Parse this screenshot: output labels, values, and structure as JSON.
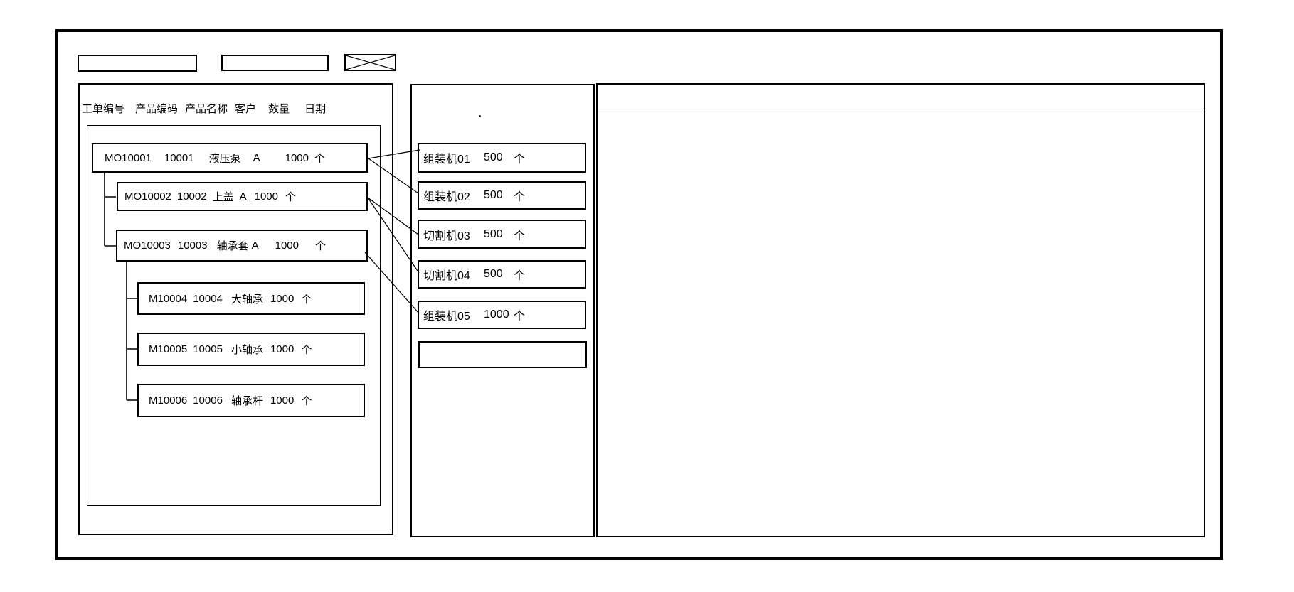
{
  "app": {
    "background": "#ffffff",
    "line_color": "#000000"
  },
  "toolbar": {
    "field1": {
      "value": ""
    },
    "field2": {
      "value": ""
    },
    "image_placeholder": {
      "symbol": "crossed-box"
    }
  },
  "work_order_panel": {
    "columns": [
      "工单编号",
      "产品编码",
      "产品名称",
      "客户",
      "数量",
      "日期"
    ],
    "rows": [
      {
        "order_no": "MO10001",
        "product_code": "10001",
        "product_name": "液压泵",
        "customer": "A",
        "qty": "1000",
        "unit": "个",
        "level": 0
      },
      {
        "order_no": "MO10002",
        "product_code": "10002",
        "product_name": "上盖",
        "customer": "A",
        "qty": "1000",
        "unit": "个",
        "level": 1
      },
      {
        "order_no": "MO10003",
        "product_code": "10003",
        "product_name": "轴承套",
        "customer": "A",
        "qty": "1000",
        "unit": "个",
        "level": 1
      },
      {
        "order_no": "M10004",
        "product_code": "10004",
        "product_name": "大轴承",
        "customer": "",
        "qty": "1000",
        "unit": "个",
        "level": 2
      },
      {
        "order_no": "M10005",
        "product_code": "10005",
        "product_name": "小轴承",
        "customer": "",
        "qty": "1000",
        "unit": "个",
        "level": 2
      },
      {
        "order_no": "M10006",
        "product_code": "10006",
        "product_name": "轴承杆",
        "customer": "",
        "qty": "1000",
        "unit": "个",
        "level": 2
      }
    ]
  },
  "machine_panel": {
    "stray_mark": ".",
    "machines": [
      {
        "name": "组装机01",
        "qty": "500",
        "unit": "个"
      },
      {
        "name": "组装机02",
        "qty": "500",
        "unit": "个"
      },
      {
        "name": "切割机03",
        "qty": "500",
        "unit": "个"
      },
      {
        "name": "切割机04",
        "qty": "500",
        "unit": "个"
      },
      {
        "name": "组装机05",
        "qty": "1000",
        "unit": "个"
      },
      {
        "name": "",
        "qty": "",
        "unit": ""
      }
    ]
  },
  "detail_panel": {
    "content": ""
  },
  "assignments": [
    {
      "from": "MO10001",
      "to": "组装机01"
    },
    {
      "from": "MO10001",
      "to": "组装机02"
    },
    {
      "from": "MO10002",
      "to": "切割机03"
    },
    {
      "from": "MO10002",
      "to": "切割机04"
    },
    {
      "from": "MO10003",
      "to": "组装机05"
    }
  ]
}
